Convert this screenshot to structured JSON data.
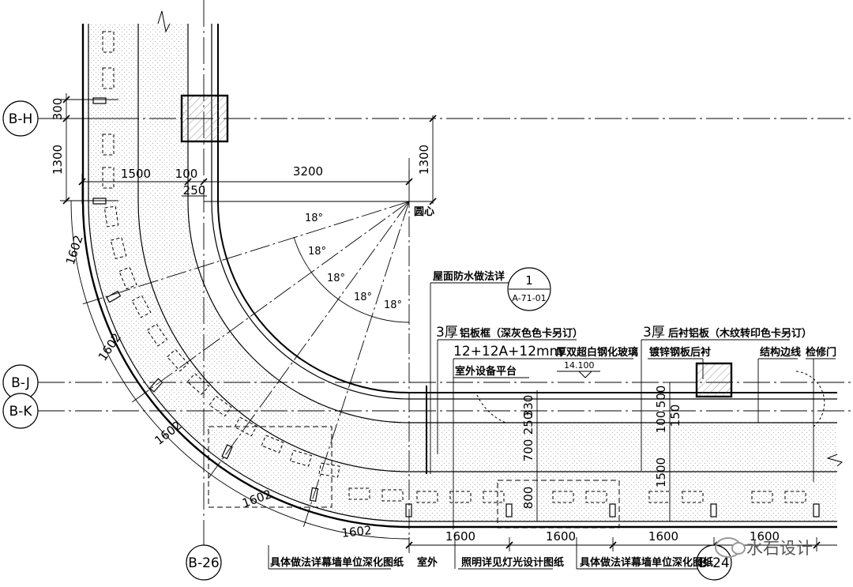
{
  "axes": {
    "bh": "B-H",
    "bj": "B-J",
    "bk": "B-K",
    "b26": "B-26",
    "b24": "B-24"
  },
  "dims": {
    "d300": "300",
    "d1300_left": "1300",
    "d1500": "1500",
    "d100": "100",
    "d250": "250",
    "d3200": "3200",
    "d1300_right": "1300",
    "arc1": "1602",
    "arc2": "1602",
    "arc3": "1602",
    "arc4": "1602",
    "arc5": "1602",
    "ang1": "18°",
    "ang2": "18°",
    "ang3": "18°",
    "ang4": "18°",
    "ang5": "18°",
    "v330": "330",
    "v250": "250",
    "v700": "700",
    "v800": "800",
    "v500": "500",
    "v150": "150",
    "v100": "100",
    "v1500": "1500",
    "b1600a": "1600",
    "b1600b": "1600",
    "b1600c": "1600",
    "b1600d": "1600"
  },
  "notes": {
    "center": "圆心",
    "roof": "屋面防水做法详",
    "ref_num": "1",
    "ref_sheet": "A-71-01",
    "frame_prefix": "3厚",
    "frame_note": "铝板框（深灰色色卡另订）",
    "glass_spec": "12+12A+12mm",
    "glass_note": "厚双超白钢化玻璃",
    "platform": "室外设备平台",
    "elevation": "14.100",
    "liner_prefix": "3厚",
    "liner_note": "后衬铝板（木纹转印色卡另订）",
    "steel_plate": "镀锌钢板后衬",
    "structure_line": "结构边线",
    "access_door": "检修门",
    "bottom_left": "具体做法详幕墙单位深化图纸",
    "outdoor": "室外",
    "lighting": "照明详见灯光设计图纸",
    "bottom_right": "具体做法详幕墙单位深化图纸"
  },
  "watermark": {
    "text": "水石设计",
    "icon": "wechat-icon"
  }
}
